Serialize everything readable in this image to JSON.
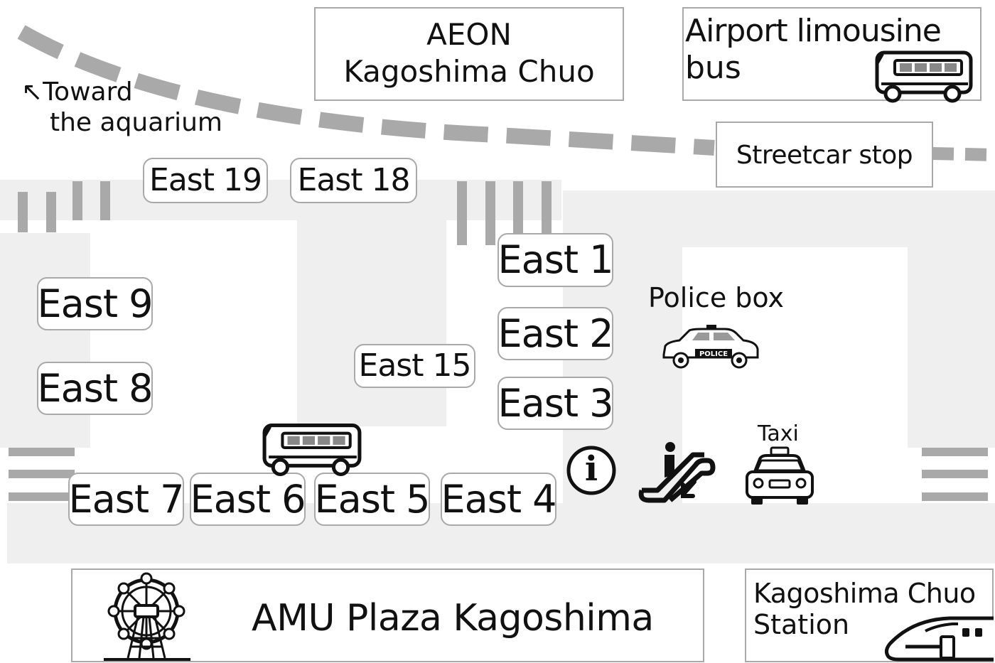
{
  "landmarks": {
    "aeon_line1": "AEON",
    "aeon_line2": "Kagoshima Chuo",
    "airport_line1": "Airport limousine",
    "airport_line2": "bus",
    "streetcar": "Streetcar stop",
    "aquarium_line1": "↖Toward",
    "aquarium_line2": "the aquarium",
    "amu": "AMU Plaza Kagoshima",
    "station_line1": "Kagoshima Chuo",
    "station_line2": "Station",
    "police": "Police box",
    "taxi": "Taxi",
    "info_symbol": "i"
  },
  "stops": {
    "east1": "East 1",
    "east2": "East 2",
    "east3": "East 3",
    "east4": "East 4",
    "east5": "East 5",
    "east6": "East 6",
    "east7": "East 7",
    "east8": "East 8",
    "east9": "East 9",
    "east15": "East 15",
    "east18": "East 18",
    "east19": "East 19"
  },
  "colors": {
    "road": "#efefef",
    "border": "#a9a9a9",
    "text": "#111111"
  },
  "icons": [
    "bus-icon",
    "train-icon",
    "ferris-wheel-icon",
    "police-car-icon",
    "taxi-icon",
    "info-icon",
    "escalator-icon",
    "northwest-arrow"
  ]
}
